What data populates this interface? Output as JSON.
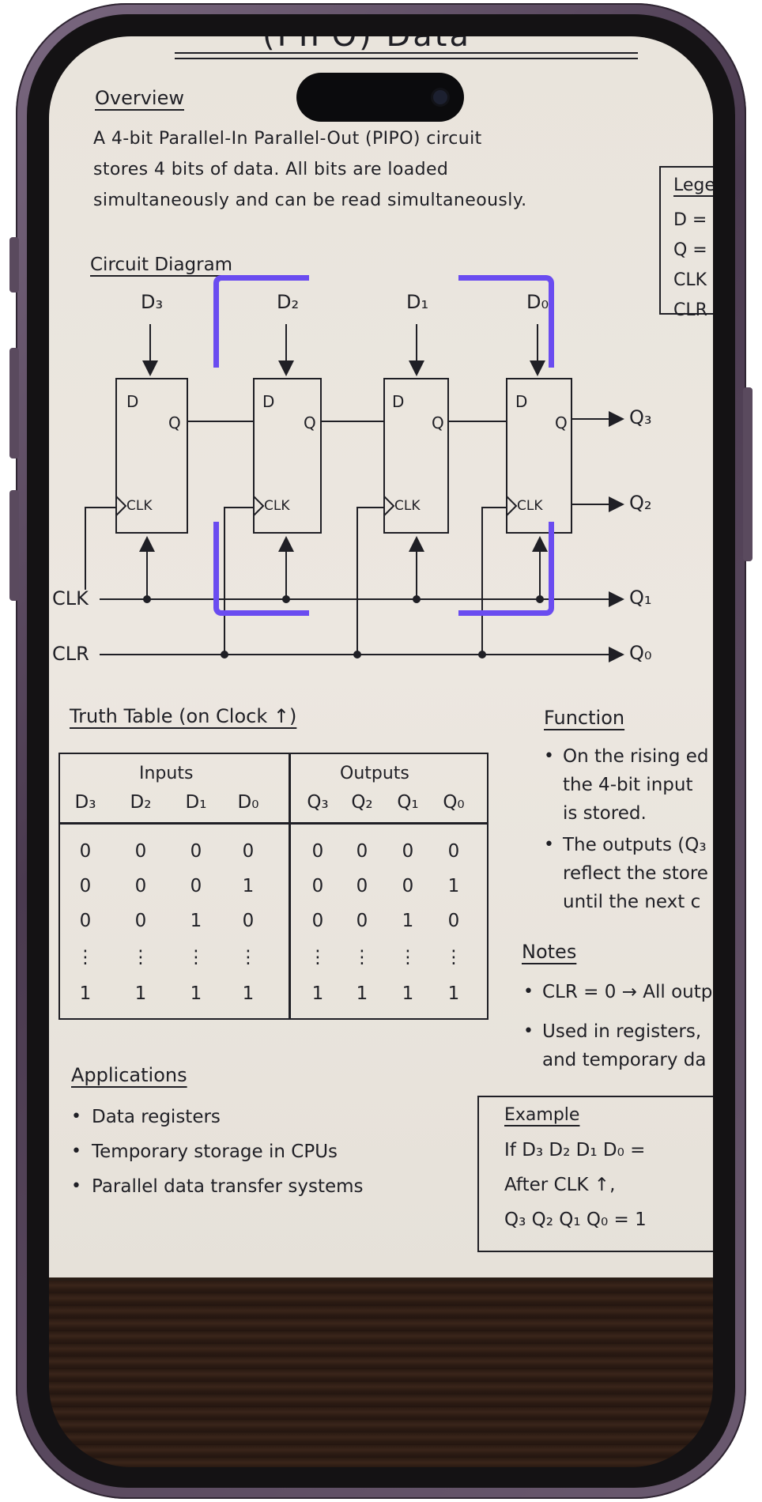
{
  "header": {
    "title_partial": "(PIPO) Data"
  },
  "overview": {
    "heading": "Overview",
    "lines": [
      "A 4-bit Parallel-In Parallel-Out (PIPO) circuit",
      "stores 4 bits of data. All bits are loaded",
      "simultaneously and can be read simultaneously."
    ]
  },
  "legend": {
    "heading": "Legend",
    "items": [
      "D =",
      "Q =",
      "CLK",
      "CLR"
    ]
  },
  "circuit": {
    "heading": "Circuit Diagram",
    "inputs": [
      "D₃",
      "D₂",
      "D₁",
      "D₀"
    ],
    "pin_d": "D",
    "pin_q": "Q",
    "pin_clk": "CLK",
    "clk_label": "CLK",
    "clr_label": "CLR",
    "outputs": [
      "Q₃",
      "Q₂",
      "Q₁",
      "Q₀"
    ]
  },
  "truth_table": {
    "heading": "Truth Table (on Clock ↑)",
    "group_inputs": "Inputs",
    "group_outputs": "Outputs",
    "columns": [
      "D₃",
      "D₂",
      "D₁",
      "D₀",
      "Q₃",
      "Q₂",
      "Q₁",
      "Q₀"
    ],
    "rows": [
      [
        "0",
        "0",
        "0",
        "0",
        "0",
        "0",
        "0",
        "0"
      ],
      [
        "0",
        "0",
        "0",
        "1",
        "0",
        "0",
        "0",
        "1"
      ],
      [
        "0",
        "0",
        "1",
        "0",
        "0",
        "0",
        "1",
        "0"
      ],
      [
        "⋮",
        "⋮",
        "⋮",
        "⋮",
        "⋮",
        "⋮",
        "⋮",
        "⋮"
      ],
      [
        "1",
        "1",
        "1",
        "1",
        "1",
        "1",
        "1",
        "1"
      ]
    ]
  },
  "function": {
    "heading": "Function",
    "items": [
      [
        "On the rising ed",
        "the 4-bit input",
        "is stored."
      ],
      [
        "The outputs (Q₃",
        "reflect the store",
        "until the next c"
      ]
    ]
  },
  "notes": {
    "heading": "Notes",
    "items": [
      [
        "CLR = 0 → All outp"
      ],
      [
        "Used in registers,",
        "and temporary da"
      ]
    ]
  },
  "applications": {
    "heading": "Applications",
    "items": [
      "Data registers",
      "Temporary storage in CPUs",
      "Parallel data transfer systems"
    ]
  },
  "example": {
    "heading": "Example",
    "lines": [
      "If  D₃  D₂  D₁  D₀  =",
      "After CLK ↑,",
      "Q₃  Q₂  Q₁  Q₀   =   1"
    ]
  },
  "colors": {
    "scan_bracket": "#6a4cf0",
    "ink": "#1f1f25",
    "paper": "#ebe6df"
  },
  "icons": {
    "camera": "front-camera-icon"
  }
}
